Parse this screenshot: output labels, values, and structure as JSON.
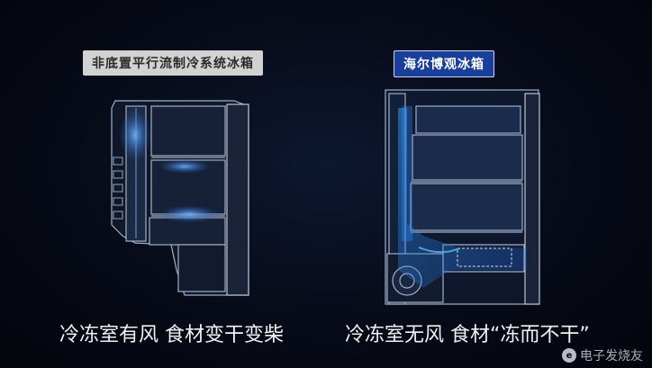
{
  "left": {
    "badge": "非底置平行流制冷系统冰箱",
    "caption": "冷冻室有风 食材变干变柴"
  },
  "right": {
    "badge": "海尔博观冰箱",
    "caption": "冷冻室无风 食材“冻而不干”"
  },
  "watermark": {
    "text": "电子发烧友"
  }
}
